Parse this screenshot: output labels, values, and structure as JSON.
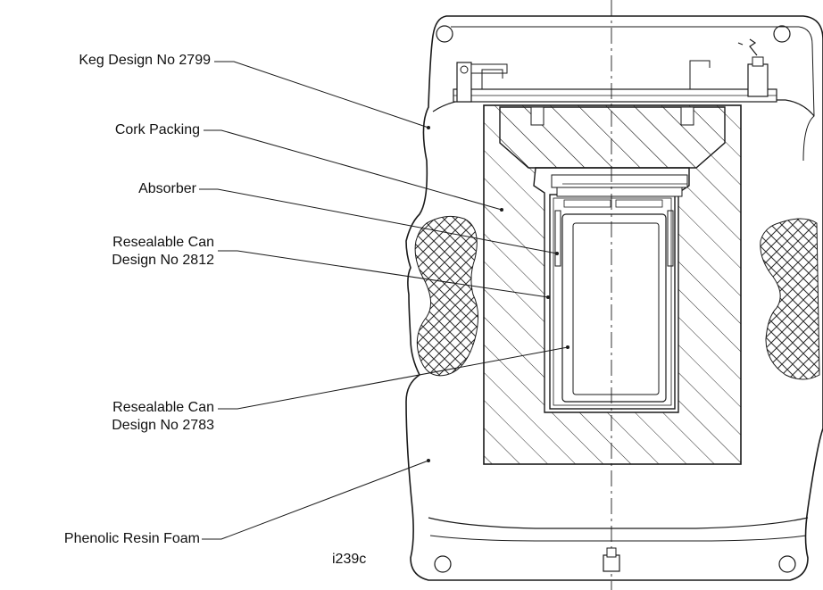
{
  "labels": {
    "keg": "Keg Design No 2799",
    "cork": "Cork Packing",
    "absorber": "Absorber",
    "can_2812_line1": "Resealable Can",
    "can_2812_line2": "Design No 2812",
    "can_2783_line1": "Resealable Can",
    "can_2783_line2": "Design No 2783",
    "foam": "Phenolic Resin Foam"
  },
  "reference": "i239c",
  "colors": {
    "line": "#1a1a1a",
    "hatch": "#2a2a2a",
    "text": "#111111",
    "background": "#ffffff"
  }
}
